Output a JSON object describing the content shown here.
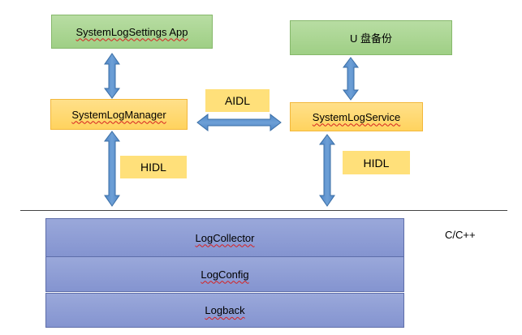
{
  "app_box": "SystemLogSettings App",
  "usb_box": "U 盘备份",
  "manager_box": "SystemLogManager",
  "service_box": "SystemLogService",
  "aidl_label": "AIDL",
  "hidl_left_label": "HIDL",
  "hidl_right_label": "HIDL",
  "lang_label": "C/C++",
  "native_layers": [
    "LogCollector",
    "LogConfig",
    "Logback"
  ],
  "colors": {
    "green_fill": "#a9d690",
    "orange_fill": "#ffd75e",
    "blue_fill": "#8e9dd4",
    "arrow_fill": "#5b8ec9",
    "arrow_stroke": "#3a6ea5"
  }
}
